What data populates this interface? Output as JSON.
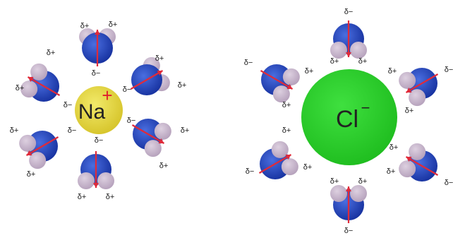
{
  "sodium": {
    "symbol": "Na",
    "charge": "+",
    "ion_color": "#e6d93a",
    "charge_color": "#e0202c"
  },
  "chloride": {
    "symbol": "Cl",
    "charge": "−",
    "ion_color": "#2ed12e"
  },
  "water": {
    "oxygen_color": "#1f3fb8",
    "hydrogen_color": "#c8b6cc",
    "dipole_color": "#e02b3a"
  },
  "charges": {
    "partial_positive": "δ+",
    "partial_negative": "δ−"
  }
}
